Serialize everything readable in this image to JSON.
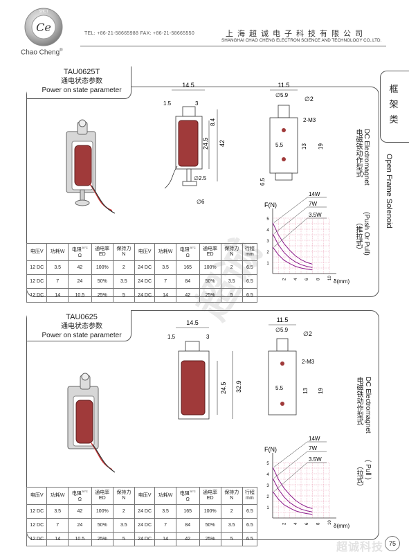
{
  "header": {
    "logo_letters": "Ce",
    "logo_ring": "SHCT",
    "logo_subtitle": "Chao Cheng",
    "registered": "®",
    "contact": "TEL: +86-21-58665988 FAX: +86-21-58665550",
    "company_cn": "上海超诚电子科技有限公司",
    "company_en": "SHANGHAI CHAO CHENG ELECTRON SCIENCE AND TECHNOLOGY CO.,LTD."
  },
  "category": "框架类",
  "side_texts": {
    "en": "Open Frame Solenoid",
    "panel1_en1": "DC Electromagnet",
    "panel1_cn1": "电磁铁动作型式",
    "panel1_en2": "(Push Or Pull)",
    "panel1_cn2": "（推拉式）",
    "panel2_en1": "DC Electromagnet",
    "panel2_cn1": "电磁铁动作型式",
    "panel2_en2": "( Pull )",
    "panel2_cn2": "（拉式）"
  },
  "panels": [
    {
      "model": "TAU0625T",
      "title_cn": "通电状态参数",
      "title_en": "Power on state parameter",
      "dims": {
        "w": "14.5",
        "a": "1.5",
        "b": "3",
        "c": "8.4",
        "d": "42",
        "e": "24.5",
        "f": "∅2.5",
        "g": "∅6",
        "side_w": "11.5",
        "side_d1": "∅5.9",
        "side_d2": "∅2",
        "side_thread": "2-M3",
        "side_h1": "5.5",
        "side_h2": "13",
        "side_h3": "19",
        "side_h4": "6.5"
      }
    },
    {
      "model": "TAU0625",
      "title_cn": "通电状态参数",
      "title_en": "Power on state parameter",
      "dims": {
        "w": "14.5",
        "a": "1.5",
        "b": "3",
        "d": "32.9",
        "e": "24.5",
        "side_w": "11.5",
        "side_d1": "∅5.9",
        "side_d2": "∅2",
        "side_thread": "2-M3",
        "side_h1": "5.5",
        "side_h2": "13",
        "side_h3": "19"
      }
    }
  ],
  "table": {
    "headers": [
      {
        "top": "电压V",
        "bottom": ""
      },
      {
        "top": "功耗W",
        "bottom": ""
      },
      {
        "top": "电阻",
        "sup": "20°C",
        "bottom": "Ω"
      },
      {
        "top": "通电率",
        "bottom": "ED"
      },
      {
        "top": "保持力",
        "bottom": "N"
      },
      {
        "top": "电压V",
        "bottom": ""
      },
      {
        "top": "功耗W",
        "bottom": ""
      },
      {
        "top": "电阻",
        "sup": "20°C",
        "bottom": "Ω"
      },
      {
        "top": "通电率",
        "bottom": "ED"
      },
      {
        "top": "保持力",
        "bottom": "N"
      },
      {
        "top": "行程",
        "bottom": "mm"
      }
    ],
    "rows": [
      [
        "12 DC",
        "3.5",
        "42",
        "100%",
        "2",
        "24 DC",
        "3.5",
        "165",
        "100%",
        "2",
        "6.5"
      ],
      [
        "12 DC",
        "7",
        "24",
        "50%",
        "3.5",
        "24 DC",
        "7",
        "84",
        "50%",
        "3.5",
        "6.5"
      ],
      [
        "12 DC",
        "14",
        "10.5",
        "25%",
        "5",
        "24 DC",
        "14",
        "42",
        "25%",
        "5",
        "6.5"
      ]
    ]
  },
  "chart_data": [
    {
      "type": "line",
      "ylabel": "F(N)",
      "xlabel": "δ(mm)",
      "x_ticks": [
        "2",
        "4",
        "6",
        "8",
        "10"
      ],
      "y_ticks": [
        "1",
        "2",
        "3",
        "4",
        "5"
      ],
      "xlim": [
        0,
        10
      ],
      "ylim": [
        0,
        5
      ],
      "grid": true,
      "series": [
        {
          "name": "14W",
          "x": [
            0,
            1,
            2,
            3,
            4,
            5,
            6,
            7
          ],
          "y": [
            4.6,
            3.5,
            2.7,
            2.1,
            1.6,
            1.25,
            1.0,
            0.85
          ]
        },
        {
          "name": "7W",
          "x": [
            0,
            1,
            2,
            3,
            4,
            5,
            6,
            7
          ],
          "y": [
            3.6,
            2.6,
            1.9,
            1.4,
            1.05,
            0.8,
            0.65,
            0.55
          ]
        },
        {
          "name": "3.5W",
          "x": [
            0,
            1,
            2,
            3,
            4,
            5,
            6,
            7
          ],
          "y": [
            2.4,
            1.7,
            1.2,
            0.9,
            0.65,
            0.5,
            0.4,
            0.33
          ]
        }
      ]
    },
    {
      "type": "line",
      "ylabel": "F(N)",
      "xlabel": "δ(mm)",
      "x_ticks": [
        "2",
        "4",
        "6",
        "8",
        "10"
      ],
      "y_ticks": [
        "1",
        "2",
        "3",
        "4",
        "5"
      ],
      "xlim": [
        0,
        10
      ],
      "ylim": [
        0,
        5
      ],
      "grid": true,
      "series": [
        {
          "name": "14W",
          "x": [
            0,
            1,
            2,
            3,
            4,
            5,
            6,
            7
          ],
          "y": [
            4.6,
            3.5,
            2.7,
            2.1,
            1.6,
            1.25,
            1.0,
            0.85
          ]
        },
        {
          "name": "7W",
          "x": [
            0,
            1,
            2,
            3,
            4,
            5,
            6,
            7
          ],
          "y": [
            3.6,
            2.6,
            1.9,
            1.4,
            1.05,
            0.8,
            0.65,
            0.55
          ]
        },
        {
          "name": "3.5W",
          "x": [
            0,
            1,
            2,
            3,
            4,
            5,
            6,
            7
          ],
          "y": [
            2.4,
            1.7,
            1.2,
            0.9,
            0.65,
            0.5,
            0.4,
            0.33
          ]
        }
      ]
    }
  ],
  "footer": {
    "brand": "超诚科技",
    "page": "75"
  },
  "colors": {
    "coil": "#a03a3a",
    "curve": "#8b1a8b",
    "grid": "#e58aa6",
    "frame": "#aaaaaa"
  }
}
